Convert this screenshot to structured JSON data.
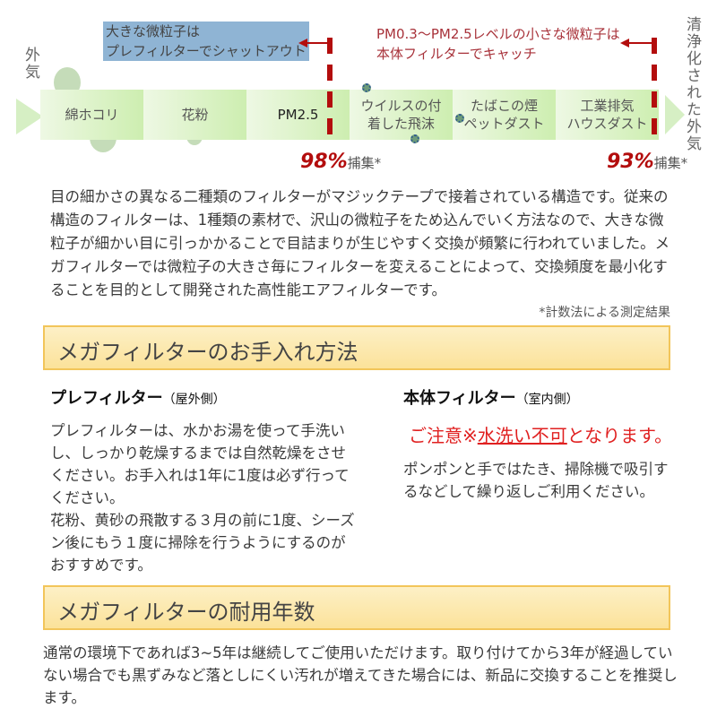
{
  "diagram": {
    "outside_air": "外気",
    "clean_air": "清浄化された外気",
    "prefilter_callout": [
      "大きな微粒子は",
      "プレフィルターでシャットアウト"
    ],
    "main_callout": [
      "PM0.3～PM2.5レベルの小さな微粒子は",
      "本体フィルターでキャッチ"
    ],
    "segments": [
      "綿ホコリ",
      "花粉",
      "PM2.5",
      "ウイルスの付\n着した飛沫",
      "たばこの煙\nペットダスト",
      "工業排気\nハウスダスト"
    ],
    "rate_pre": "98%",
    "rate_main": "93%",
    "rate_suffix": "捕集*"
  },
  "intro": {
    "text": "目の細かさの異なる二種類のフィルターがマジックテープで接着されている構造です。従来の構造のフィルターは、1種類の素材で、沢山の微粒子をため込んでいく方法なので、大きな微粒子が細かい目に引っかかることで目詰まりが生じやすく交換が頻繁に行われていました。メガフィルターでは微粒子の大きさ毎にフィルターを変えることによって、交換頻度を最小化することを目的として開発された高性能エアフィルターです。",
    "footnote": "*計数法による測定結果"
  },
  "care": {
    "title": "メガフィルターのお手入れ方法",
    "pre": {
      "title": "プレフィルター",
      "side": "（屋外側）",
      "text1": "プレフィルターは、水かお湯を使って手洗いし、しっかり乾燥するまでは自然乾燥をさせください。お手入れは1年に1度は必ず行ってください。",
      "text2": "花粉、黄砂の飛散する３月の前に1度、シーズン後にもう１度に掃除を行うようにするのがおすすめです。"
    },
    "main": {
      "title": "本体フィルター",
      "side": "（室内側）",
      "warn_a": "ご注意※",
      "warn_b": "水洗い不可",
      "warn_c": "となります。",
      "text": "ポンポンと手ではたき、掃除機で吸引するなどして繰り返しご利用ください。"
    }
  },
  "life": {
    "title": "メガフィルターの耐用年数",
    "text": "通常の環境下であれば3~5年は継続してご使用いただけます。取り付けてから3年が経過していない場合でも黒ずみなど落としにくい汚れが増えてきた場合には、新品に交換することを推奨します。"
  },
  "colors": {
    "accent_red": "#b30d0d",
    "callout_blue": "#8fb4d4",
    "header_yellow": "#fbe29a",
    "warn_red": "#e02020"
  }
}
